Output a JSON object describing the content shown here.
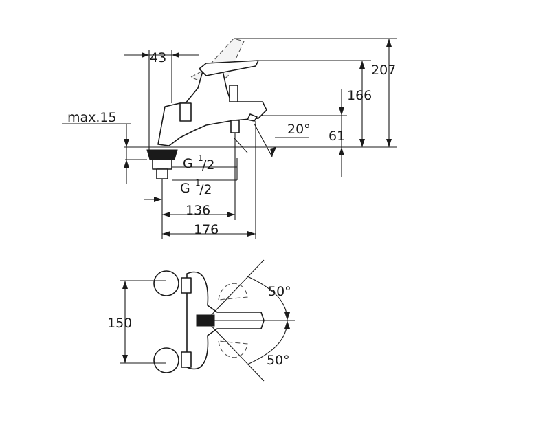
{
  "side_view": {
    "dim_43": "43",
    "dim_207": "207",
    "dim_166": "166",
    "dim_max15": "max.15",
    "angle_20": "20°",
    "dim_61": "61",
    "thread_1": {
      "g": "G",
      "num": "1",
      "den": "/2"
    },
    "thread_2": {
      "g": "G",
      "num": "1",
      "den": "/2"
    },
    "dim_136": "136",
    "dim_176": "176"
  },
  "top_view": {
    "dim_150": "150",
    "angle_upper": "50°",
    "angle_lower": "50°"
  }
}
